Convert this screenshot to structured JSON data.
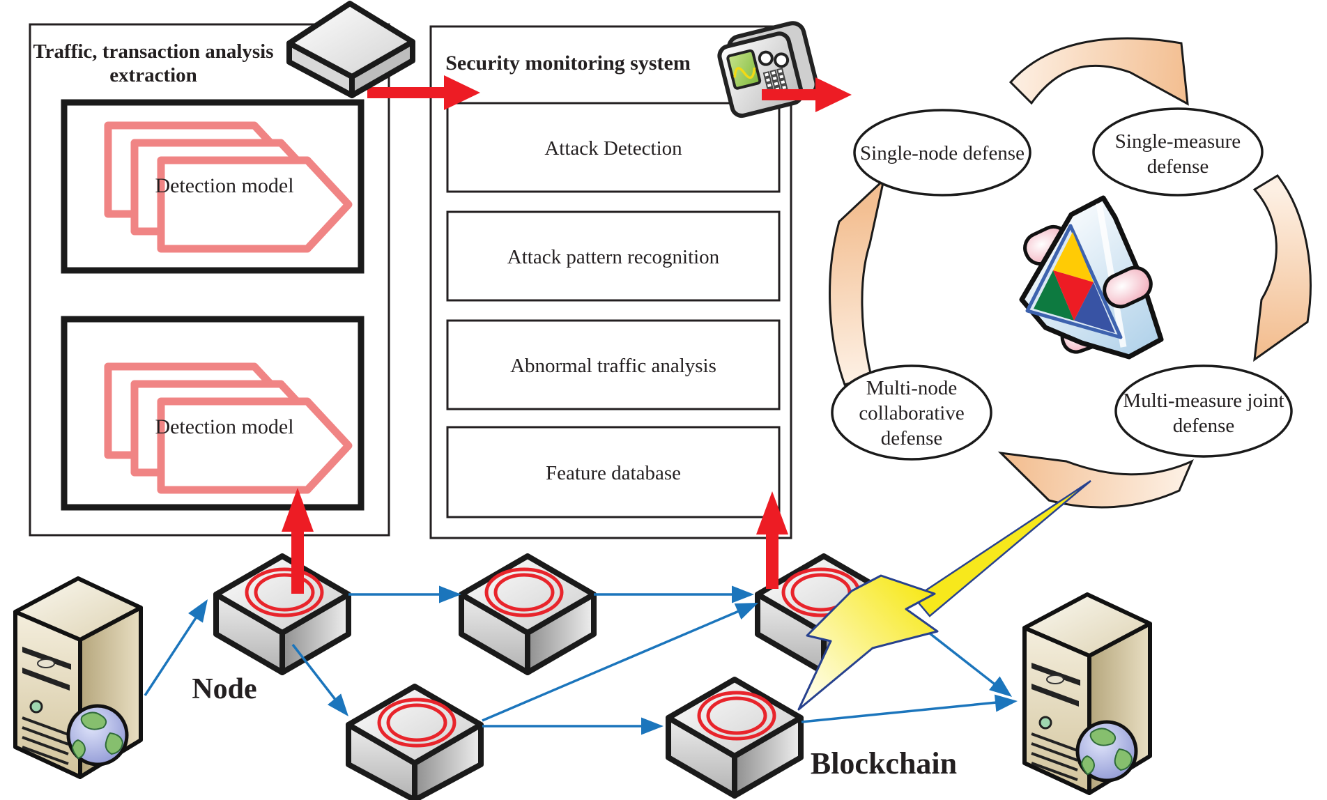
{
  "left_panel": {
    "title_line1": "Traffic, transaction analysis",
    "title_line2": "extraction",
    "detection_model_top": "Detection model",
    "detection_model_bottom": "Detection model"
  },
  "monitor_panel": {
    "title": "Security monitoring system",
    "modules": [
      "Attack Detection",
      "Attack pattern recognition",
      "Abnormal traffic analysis",
      "Feature database"
    ]
  },
  "defense_cycle": {
    "single_node": "Single-node defense",
    "single_measure_line1": "Single-measure",
    "single_measure_line2": "defense",
    "multi_node_line1": "Multi-node",
    "multi_node_line2": "collaborative",
    "multi_node_line3": "defense",
    "multi_measure_line1": "Multi-measure joint",
    "multi_measure_line2": "defense"
  },
  "network": {
    "node_label": "Node",
    "blockchain_label": "Blockchain"
  },
  "colors": {
    "arrow_red": "#ed1c24",
    "arrow_blue": "#1b75bc",
    "chevron_salmon": "#f08484",
    "cycle_peach": "#f5c9a0",
    "lightning_yellow": "#f7e81c",
    "ring_red": "#e8242b"
  }
}
